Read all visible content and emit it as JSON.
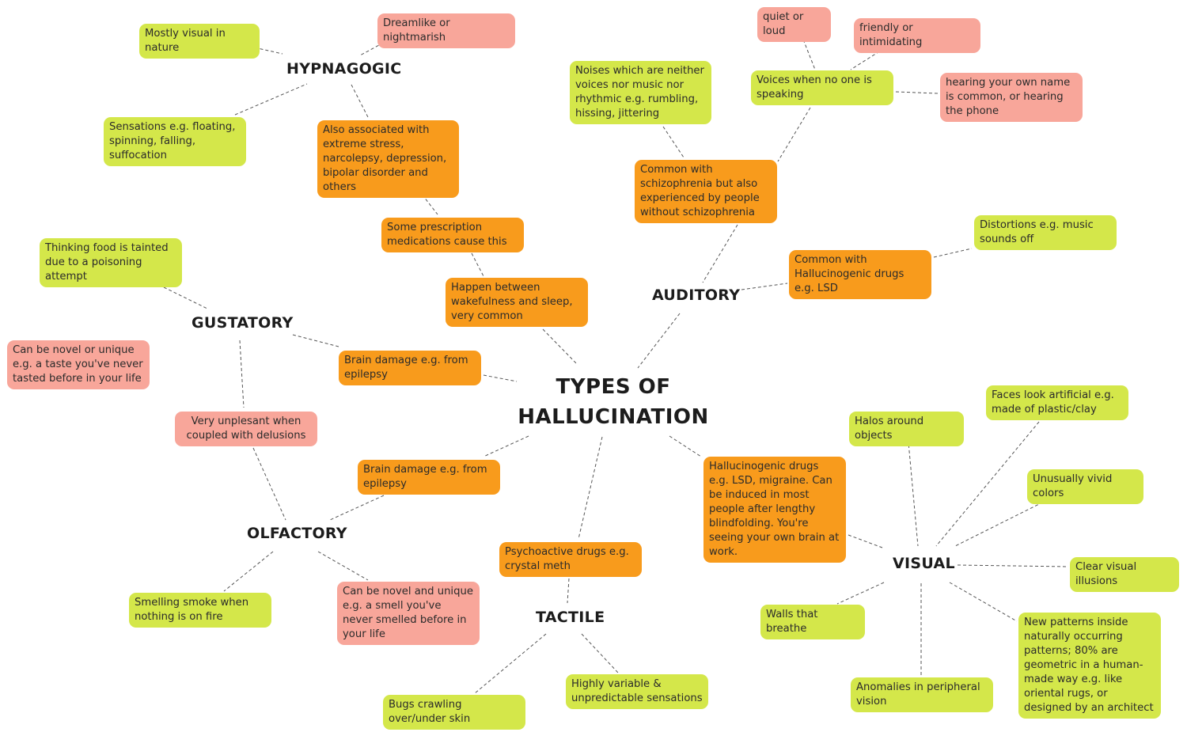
{
  "title": {
    "line1": "TYPES OF",
    "line2": "HALLUCINATION"
  },
  "hubs": {
    "hypnagogic": "HYPNAGOGIC",
    "auditory": "AUDITORY",
    "gustatory": "GUSTATORY",
    "olfactory": "OLFACTORY",
    "tactile": "TACTILE",
    "visual": "VISUAL"
  },
  "hypnagogic": {
    "visual_nature": "Mostly visual in nature",
    "dreamlike": "Dreamlike or nightmarish",
    "sensations": "Sensations e.g. floating, spinning, falling, suffocation",
    "associated": "Also associated with extreme stress, narcolepsy, depression, bipolar disorder and others",
    "prescription": "Some prescription medications cause this",
    "between": "Happen between wakefulness and sleep, very common"
  },
  "auditory": {
    "quiet_loud": "quiet or loud",
    "friendly": "friendly or intimidating",
    "noises": "Noises which are neither voices nor music nor rhythmic e.g. rumbling, hissing, jittering",
    "voices": "Voices when no one is speaking",
    "own_name": "hearing your own name is common, or hearing the phone",
    "schizo": "Common with schizophrenia but also experienced by people without schizophrenia",
    "distortions": "Distortions e.g. music sounds off",
    "lsd": "Common with Hallucinogenic drugs e.g. LSD"
  },
  "gustatory": {
    "tainted": "Thinking food is tainted due to a poisoning attempt",
    "novel_taste": "Can be novel or unique e.g. a taste you've never tasted before in your life",
    "brain_damage": "Brain damage e.g. from epilepsy",
    "unpleasant": "Very unplesant when coupled with delusions"
  },
  "olfactory": {
    "brain_damage": "Brain damage e.g. from epilepsy",
    "smoke": "Smelling smoke when nothing is on fire",
    "novel_smell": "Can be novel and unique e.g. a smell you've never smelled before in your life"
  },
  "tactile": {
    "psychoactive": "Psychoactive drugs e.g. crystal meth",
    "bugs": "Bugs crawling over/under skin",
    "variable": "Highly variable & unpredictable sensations"
  },
  "visual": {
    "drugs": "Hallucinogenic drugs e.g. LSD, migraine. Can be induced in most people after lengthy blindfolding. You're seeing your own brain at work.",
    "halos": "Halos around objects",
    "faces": "Faces look artificial e.g. made of plastic/clay",
    "vivid": "Unusually vivid colors",
    "illusions": "Clear visual illusions",
    "walls": "Walls that breathe",
    "peripheral": "Anomalies in peripheral vision",
    "patterns": "New patterns inside naturally occurring patterns; 80% are geometric in a human-made way e.g. like oriental rugs, or designed by an architect"
  },
  "colors": {
    "lime": "#d4e74a",
    "orange": "#f89b1c",
    "pink": "#f8a69a",
    "connector": "#555555"
  }
}
